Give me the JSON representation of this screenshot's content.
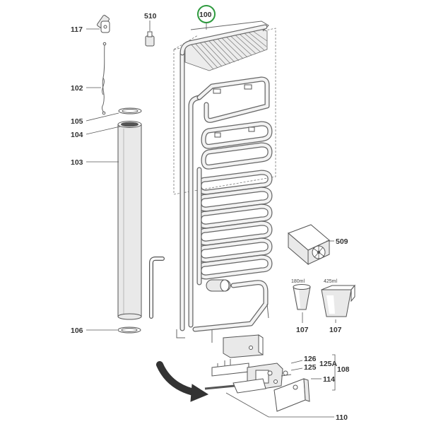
{
  "callouts": {
    "c117": "117",
    "c510": "510",
    "c100": "100",
    "c102": "102",
    "c105": "105",
    "c104": "104",
    "c103": "103",
    "c106": "106",
    "c509": "509",
    "c107a": "107",
    "c107b": "107",
    "c126": "126",
    "c125": "125",
    "c125a": "125A",
    "c108": "108",
    "c114": "114",
    "c110": "110"
  },
  "cup_labels": {
    "small": "180ml",
    "large": "425ml"
  },
  "colors": {
    "highlight_circle": "#2e9a3e",
    "arrow": "#333333"
  }
}
